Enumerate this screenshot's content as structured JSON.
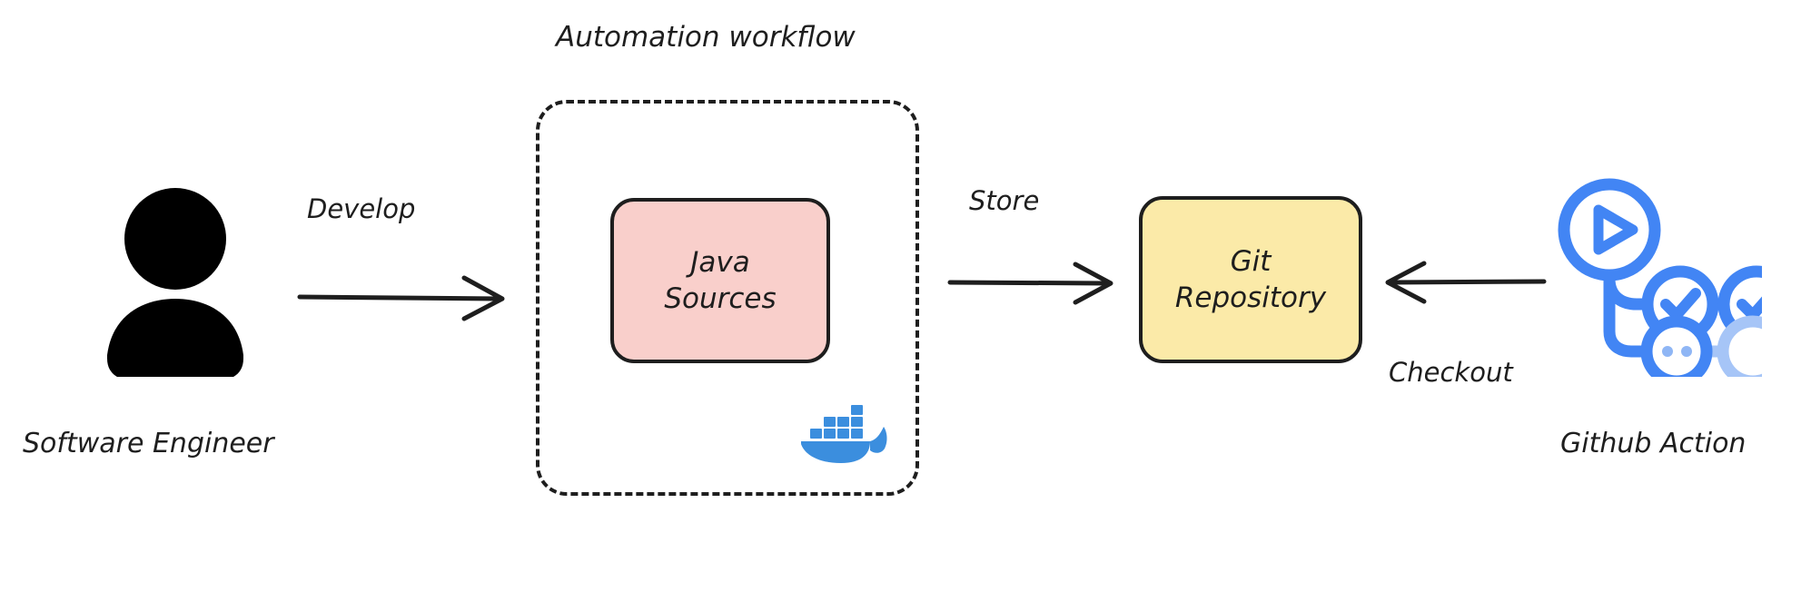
{
  "diagram": {
    "title": "Automation workflow",
    "background": "#ffffff",
    "stroke_color": "#1e1e1e",
    "style": "hand-drawn"
  },
  "group": {
    "label": "Automation workflow",
    "border_style": "dashed",
    "border_color": "#1e1e1e"
  },
  "actors": {
    "engineer": {
      "label": "Software Engineer",
      "icon": "person-icon",
      "icon_color": "#000000"
    },
    "github_action": {
      "label": "Github Action",
      "icon": "github-actions-icon",
      "icon_color": "#4285f4",
      "icon_color_light": "#a6c5f7"
    }
  },
  "nodes": [
    {
      "id": "java-sources",
      "label": "Java\nSources",
      "fill": "#f9cfcb",
      "stroke": "#1e1e1e"
    },
    {
      "id": "git-repository",
      "label": "Git\nRepository",
      "fill": "#fbeaa8",
      "stroke": "#1e1e1e"
    }
  ],
  "edges": [
    {
      "id": "develop",
      "label": "Develop",
      "from": "software-engineer",
      "to": "java-sources",
      "direction": "right"
    },
    {
      "id": "store",
      "label": "Store",
      "from": "automation-workflow",
      "to": "git-repository",
      "direction": "right"
    },
    {
      "id": "checkout",
      "label": "Checkout",
      "from": "github-action",
      "to": "git-repository",
      "direction": "left"
    }
  ],
  "tools": {
    "docker": {
      "name": "docker-icon",
      "color": "#3b8ede"
    }
  }
}
